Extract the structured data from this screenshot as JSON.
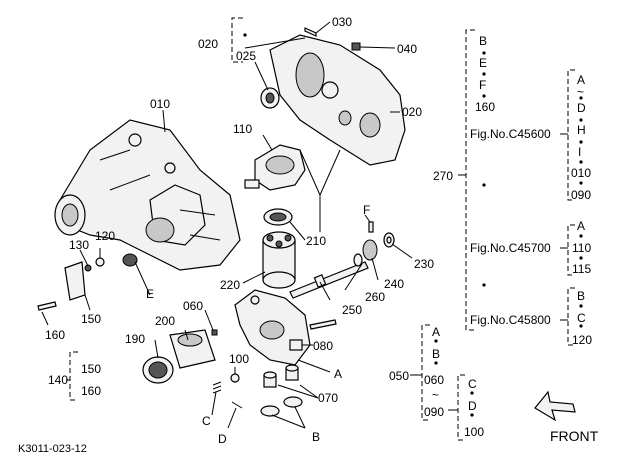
{
  "labels": {
    "p010": "010",
    "p020a": "020",
    "p020b": "020",
    "p025": "025",
    "p030": "030",
    "p040": "040",
    "p050": "050",
    "p060": "060",
    "p080": "080",
    "p100": "100",
    "p110": "110",
    "p120": "120",
    "p130": "130",
    "p140": "140",
    "p150": "150",
    "p160": "160",
    "p190": "190",
    "p200": "200",
    "p210": "210",
    "p220": "220",
    "p230": "230",
    "p240": "240",
    "p250": "250",
    "p260": "260",
    "p270": "270",
    "pA1": "A",
    "pB1": "B",
    "pC1": "C",
    "pD1": "D",
    "pE1": "E",
    "pF1": "F",
    "pB2": "B",
    "pE2": "E",
    "pF2": "F",
    "p160b": "160",
    "fig1": "Fig.No.C45600",
    "fig2": "Fig.No.C45700",
    "fig3": "Fig.No.C45800",
    "r1a": "A",
    "r1b": "~",
    "r1c": "D",
    "r1d": "H",
    "r1e": "I",
    "r1f": "010",
    "r1g": "090",
    "r2a": "A",
    "r2b": "110",
    "r2c": "115",
    "r3a": "B",
    "r3b": "C",
    "r3c": "120",
    "g140a": "150",
    "g140b": "160",
    "g050a": "A",
    "g050b": "B",
    "g050c": "060",
    "g050d": "~",
    "g050e": "090",
    "g050f": "C",
    "g050g": "D",
    "g050h": "100",
    "front": "FRONT",
    "code": "K3011-023-12"
  }
}
